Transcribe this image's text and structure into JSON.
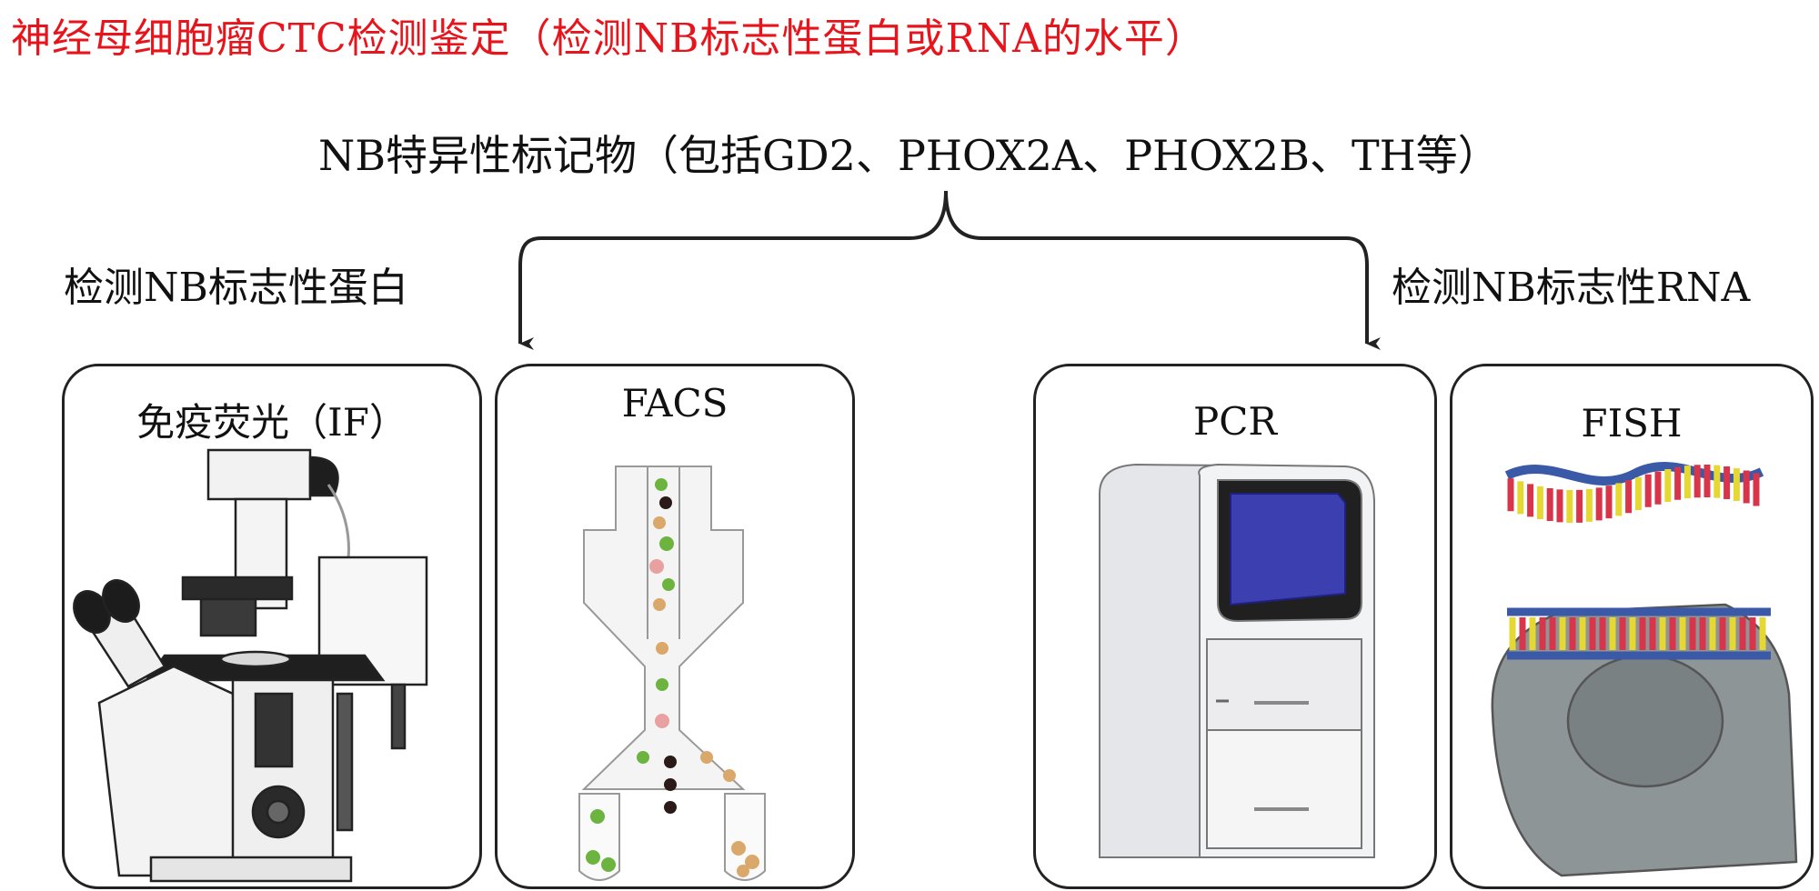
{
  "title": "神经母细胞瘤CTC检测鉴定（检测NB标志性蛋白或RNA的水平）",
  "subtitle": "NB特异性标记物（包括GD2、PHOX2A、PHOX2B、TH等）",
  "branches": {
    "left_label": "检测NB标志性蛋白",
    "right_label": "检测NB标志性RNA"
  },
  "panels": {
    "if_title": "免疫荧光（IF）",
    "facs_title": "FACS",
    "pcr_title": "PCR",
    "fish_title": "FISH"
  },
  "colors": {
    "title": "#e8141c",
    "screen": "#3b3fb0",
    "cell": "#8e9597",
    "probe_blue": "#3a5aa8",
    "probe_red": "#d8344a",
    "probe_yellow": "#e6d832",
    "cell_green": "#6cb33f",
    "cell_dark": "#2a1a18"
  },
  "icons": [
    "microscope-illustration",
    "flow-sorter-illustration",
    "pcr-machine-illustration",
    "fish-probe-illustration"
  ]
}
